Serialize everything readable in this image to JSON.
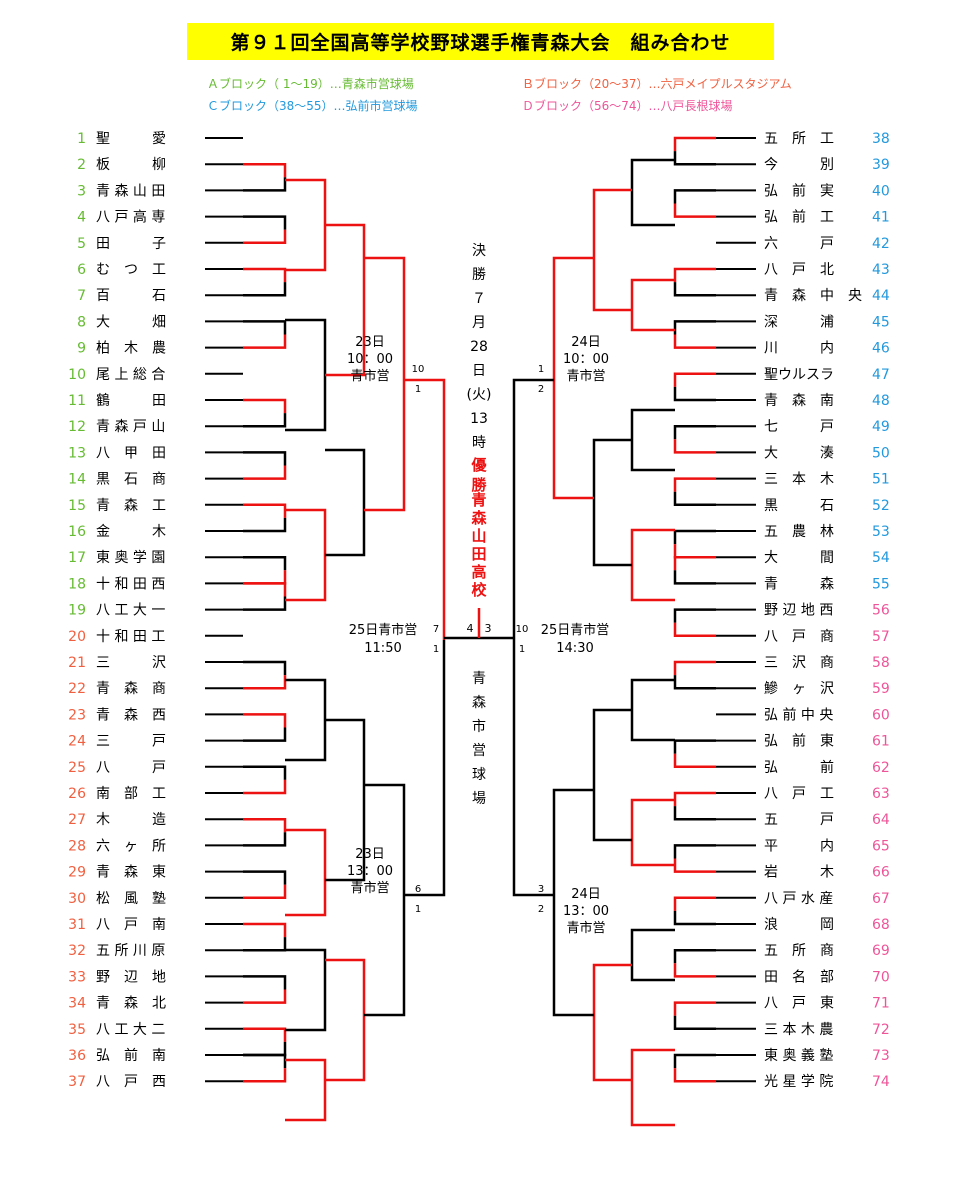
{
  "title": "第９１回全国高等学校野球選手権青森大会　組み合わせ",
  "blocks": {
    "a": "Ａブロック（ 1～19）…青森市営球場",
    "b": "Ｂブロック（20～37）…六戸メイプルスタジアム",
    "c": "Ｃブロック（38～55）…弘前市営球場",
    "d": "Ｄブロック（56～74）…八戸長根球場"
  },
  "colors": {
    "title_bg": "#ffff00",
    "block_a": "#66bb33",
    "block_b": "#f06040",
    "block_c": "#2299dd",
    "block_d": "#ee5599",
    "win_line": "#ee1111",
    "line": "#000000"
  },
  "teams_left": [
    {
      "n": "1",
      "name": "聖　　　愛"
    },
    {
      "n": "2",
      "name": "板　　　柳"
    },
    {
      "n": "3",
      "name": "青 森 山 田"
    },
    {
      "n": "4",
      "name": "八 戸 高 専"
    },
    {
      "n": "5",
      "name": "田　　　子"
    },
    {
      "n": "6",
      "name": "む　つ　工"
    },
    {
      "n": "7",
      "name": "百　　　石"
    },
    {
      "n": "8",
      "name": "大　　　畑"
    },
    {
      "n": "9",
      "name": "柏　木　農"
    },
    {
      "n": "10",
      "name": "尾 上 総 合"
    },
    {
      "n": "11",
      "name": "鶴　　　田"
    },
    {
      "n": "12",
      "name": "青 森 戸 山"
    },
    {
      "n": "13",
      "name": "八　甲　田"
    },
    {
      "n": "14",
      "name": "黒　石　商"
    },
    {
      "n": "15",
      "name": "青　森　工"
    },
    {
      "n": "16",
      "name": "金　　　木"
    },
    {
      "n": "17",
      "name": "東 奥 学 園"
    },
    {
      "n": "18",
      "name": "十 和 田 西"
    },
    {
      "n": "19",
      "name": "八 工 大 一"
    },
    {
      "n": "20",
      "name": "十 和 田 工"
    },
    {
      "n": "21",
      "name": "三　　　沢"
    },
    {
      "n": "22",
      "name": "青　森　商"
    },
    {
      "n": "23",
      "name": "青　森　西"
    },
    {
      "n": "24",
      "name": "三　　　戸"
    },
    {
      "n": "25",
      "name": "八　　　戸"
    },
    {
      "n": "26",
      "name": "南　部　工"
    },
    {
      "n": "27",
      "name": "木　　　造"
    },
    {
      "n": "28",
      "name": "六　ヶ　所"
    },
    {
      "n": "29",
      "name": "青　森　東"
    },
    {
      "n": "30",
      "name": "松　風　塾"
    },
    {
      "n": "31",
      "name": "八　戸　南"
    },
    {
      "n": "32",
      "name": "五 所 川 原"
    },
    {
      "n": "33",
      "name": "野　辺　地"
    },
    {
      "n": "34",
      "name": "青　森　北"
    },
    {
      "n": "35",
      "name": "八 工 大 二"
    },
    {
      "n": "36",
      "name": "弘　前　南"
    },
    {
      "n": "37",
      "name": "八　戸　西"
    }
  ],
  "teams_right": [
    {
      "n": "38",
      "name": "五　所　工"
    },
    {
      "n": "39",
      "name": "今　　　別"
    },
    {
      "n": "40",
      "name": "弘　前　実"
    },
    {
      "n": "41",
      "name": "弘　前　工"
    },
    {
      "n": "42",
      "name": "六　　　戸"
    },
    {
      "n": "43",
      "name": "八　戸　北"
    },
    {
      "n": "44",
      "name": "青　森　中　央"
    },
    {
      "n": "45",
      "name": "深　　　浦"
    },
    {
      "n": "46",
      "name": "川　　　内"
    },
    {
      "n": "47",
      "name": "聖ウルスラ"
    },
    {
      "n": "48",
      "name": "青　森　南"
    },
    {
      "n": "49",
      "name": "七　　　戸"
    },
    {
      "n": "50",
      "name": "大　　　湊"
    },
    {
      "n": "51",
      "name": "三　本　木"
    },
    {
      "n": "52",
      "name": "黒　　　石"
    },
    {
      "n": "53",
      "name": "五　農　林"
    },
    {
      "n": "54",
      "name": "大　　　間"
    },
    {
      "n": "55",
      "name": "青　　　森"
    },
    {
      "n": "56",
      "name": "野 辺 地 西"
    },
    {
      "n": "57",
      "name": "八　戸　商"
    },
    {
      "n": "58",
      "name": "三　沢　商"
    },
    {
      "n": "59",
      "name": "鰺　ヶ　沢"
    },
    {
      "n": "60",
      "name": "弘 前 中 央"
    },
    {
      "n": "61",
      "name": "弘　前　東"
    },
    {
      "n": "62",
      "name": "弘　　　前"
    },
    {
      "n": "63",
      "name": "八　戸　工"
    },
    {
      "n": "64",
      "name": "五　　　戸"
    },
    {
      "n": "65",
      "name": "平　　　内"
    },
    {
      "n": "66",
      "name": "岩　　　木"
    },
    {
      "n": "67",
      "name": "八 戸 水 産"
    },
    {
      "n": "68",
      "name": "浪　　　岡"
    },
    {
      "n": "69",
      "name": "五　所　商"
    },
    {
      "n": "70",
      "name": "田　名　部"
    },
    {
      "n": "71",
      "name": "八　戸　東"
    },
    {
      "n": "72",
      "name": "三 本 木 農"
    },
    {
      "n": "73",
      "name": "東 奥 義 塾"
    },
    {
      "n": "74",
      "name": "光 星 学 院"
    }
  ],
  "final_label": [
    "決",
    "勝",
    "７",
    "月",
    "28",
    "日",
    "(火)",
    "13",
    "時"
  ],
  "champion_label": "優勝",
  "champion_name": [
    "青",
    "森",
    "山",
    "田",
    "高",
    "校"
  ],
  "final_venue": [
    "青",
    "森",
    "市",
    "営",
    "球",
    "場"
  ],
  "semis": {
    "left": {
      "date": "25日青市営",
      "time": "11:50"
    },
    "right": {
      "date": "25日青市営",
      "time": "14:30"
    }
  },
  "qf": {
    "left_top": {
      "date": "23日",
      "time": "10：00",
      "venue": "青市営"
    },
    "left_bottom": {
      "date": "23日",
      "time": "13：00",
      "venue": "青市営"
    },
    "right_top": {
      "date": "24日",
      "time": "10：00",
      "venue": "青市営"
    },
    "right_bottom": {
      "date": "24日",
      "time": "13：00",
      "venue": "青市営"
    }
  },
  "final_score": {
    "left": "4",
    "right": "3"
  },
  "semi_scores": {
    "l_top": "7",
    "l_bot": "1",
    "r_top": "10",
    "r_bot": "1"
  },
  "qf_scores": {
    "lt_a": "10",
    "lt_b": "1",
    "lb_a": "6",
    "lb_b": "1",
    "rt_a": "1",
    "rt_b": "2",
    "rb_a": "3",
    "rb_b": "2"
  }
}
